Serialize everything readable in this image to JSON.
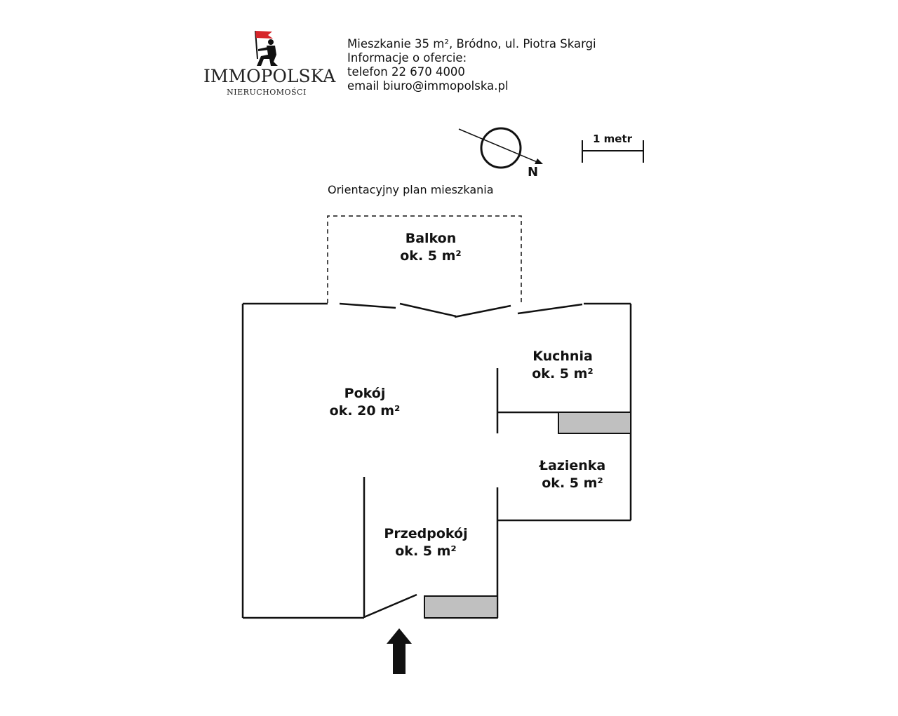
{
  "header": {
    "logo": {
      "brand": "IMMOPOLSKA",
      "sub": "NIERUCHOMOŚCI",
      "icon": "figure-with-flag-icon",
      "flag_color": "#d6262b"
    },
    "info": {
      "line1": "Mieszkanie  35 m², Bródno, ul. Piotra Skargi",
      "line2": "Informacje o ofercie:",
      "line3": "telefon 22 670 4000",
      "line4": "email biuro@immopolska.pl"
    }
  },
  "compass": {
    "label": "N",
    "icon": "compass-icon"
  },
  "scale": {
    "label": "1 metr"
  },
  "plan": {
    "title": "Orientacyjny plan mieszkania",
    "fixture_color": "#c0c0c0",
    "rooms": {
      "balkon": {
        "name": "Balkon",
        "area": "ok. 5 m²"
      },
      "kuchnia": {
        "name": "Kuchnia",
        "area": "ok. 5 m²"
      },
      "pokoj": {
        "name": "Pokój",
        "area": "ok. 20 m²"
      },
      "lazienka": {
        "name": "Łazienka",
        "area": "ok. 5 m²"
      },
      "przedpokoj": {
        "name": "Przedpokój",
        "area": "ok. 5 m²"
      }
    },
    "entrance_icon": "entrance-arrow-icon"
  }
}
